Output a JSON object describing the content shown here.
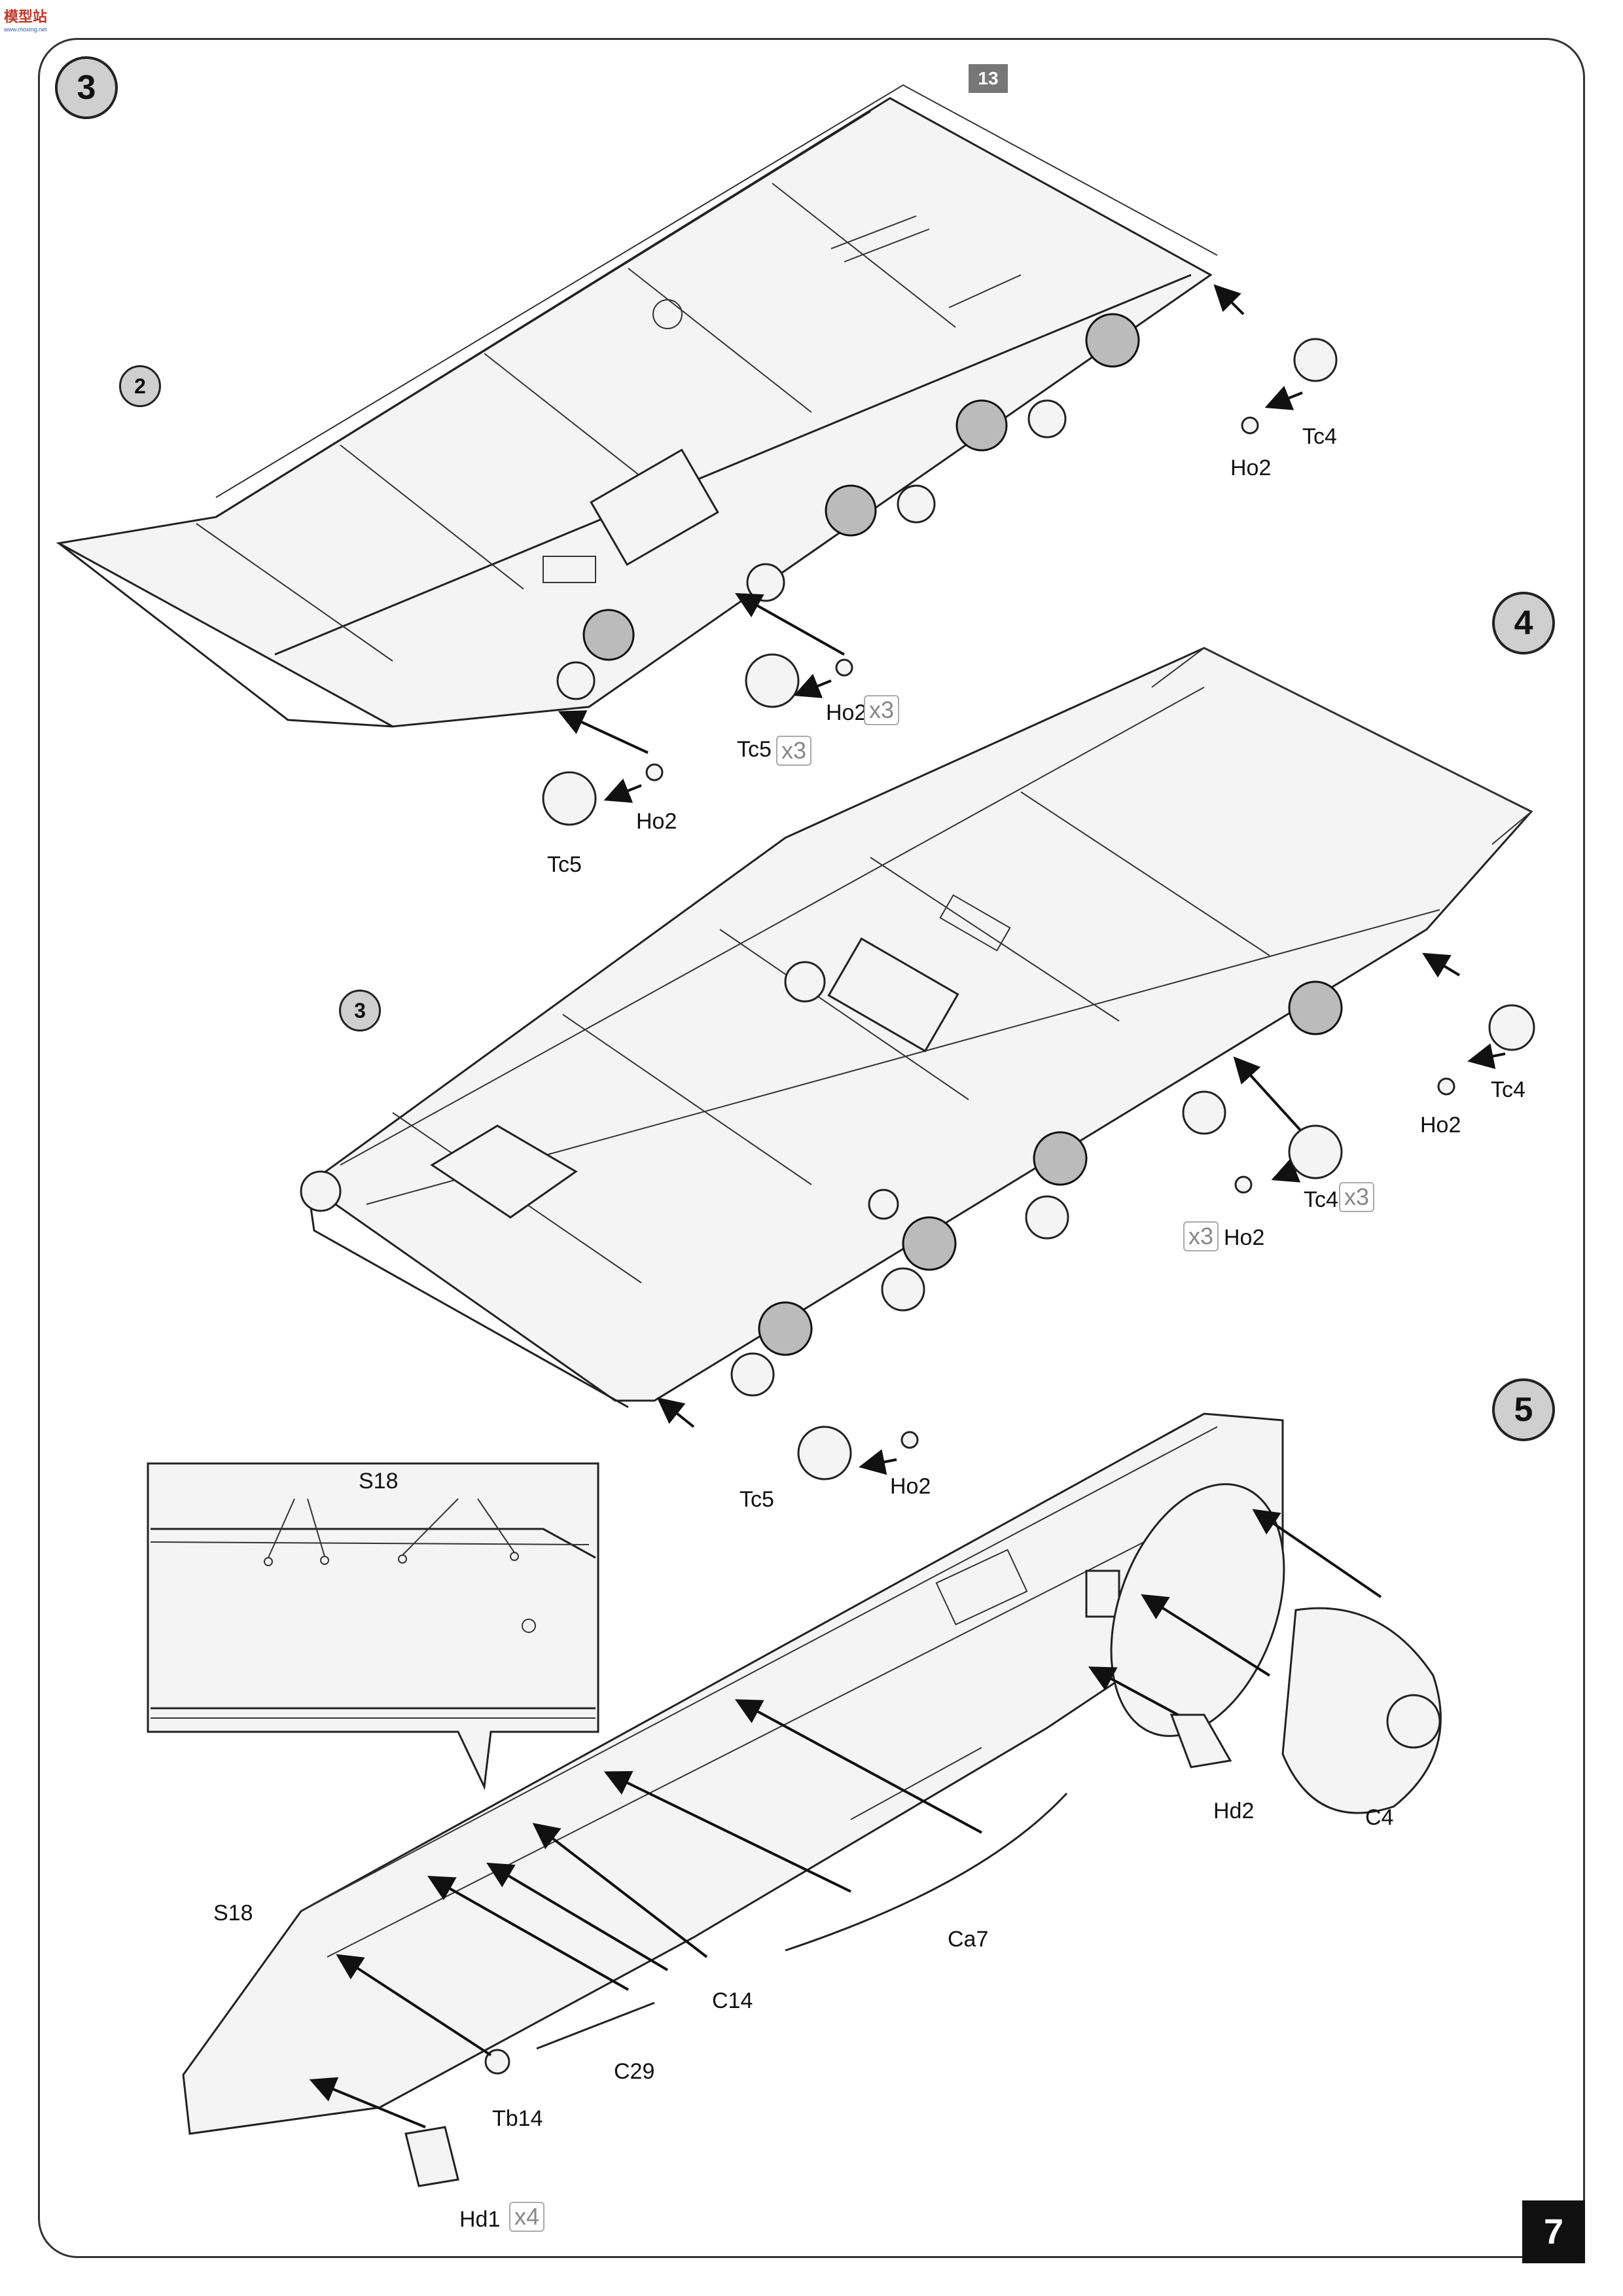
{
  "page": {
    "number": "7",
    "logo": "模型站"
  },
  "steps": [
    {
      "number": "3"
    },
    {
      "number": "4"
    },
    {
      "number": "5"
    }
  ],
  "references": {
    "step3_ref": "2",
    "step3_flag": "13",
    "step4_ref": "3"
  },
  "step3_labels": {
    "tc4": "Tc4",
    "ho2_a": "Ho2",
    "ho2_b": "Ho2",
    "ho2_c": "Ho2",
    "tc5_a": "Tc5",
    "tc5_b": "Tc5",
    "x3_a": "x3",
    "x3_b": "x3"
  },
  "step4_labels": {
    "tc4_a": "Tc4",
    "ho2_a": "Ho2",
    "tc4_b": "Tc4",
    "x3_a": "x3",
    "x3_b": "x3",
    "ho2_b": "Ho2",
    "tc5": "Tc5",
    "ho2_c": "Ho2"
  },
  "step5_labels": {
    "s18_inset": "S18",
    "s18": "S18",
    "hd2": "Hd2",
    "c4": "C4",
    "ca7": "Ca7",
    "c14": "C14",
    "c29": "C29",
    "tb14": "Tb14",
    "hd1": "Hd1",
    "x4": "x4"
  }
}
